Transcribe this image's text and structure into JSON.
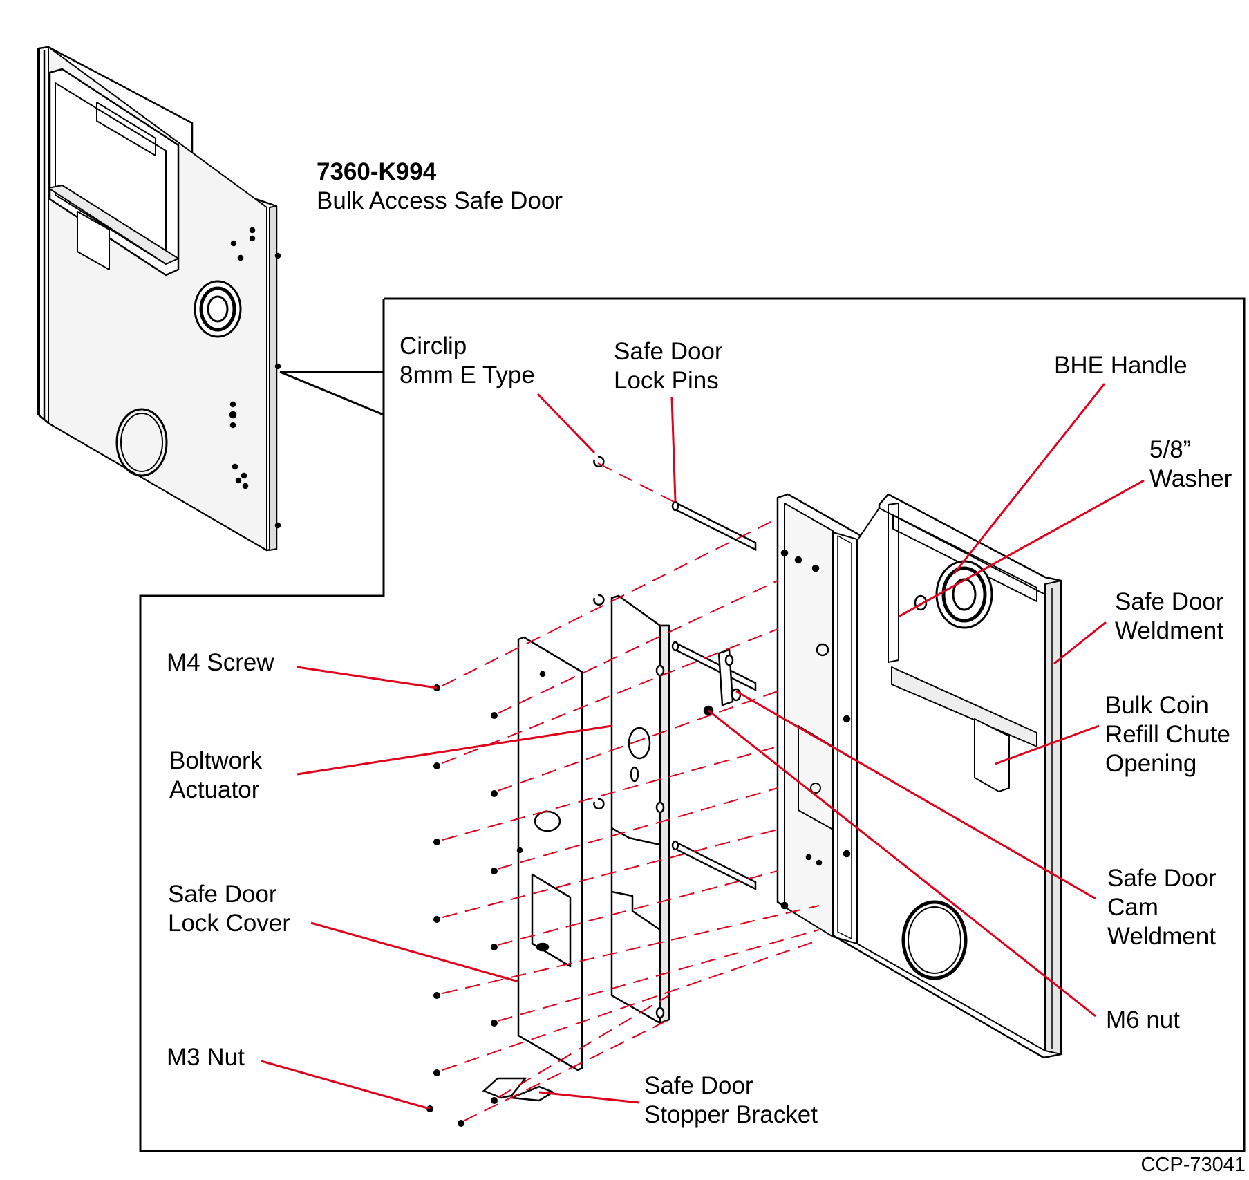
{
  "assembly": {
    "part_number": "7360-K994",
    "name": "Bulk Access Safe Door"
  },
  "callouts": {
    "circlip": [
      "Circlip",
      "8mm E Type"
    ],
    "lock_pins": [
      "Safe Door",
      "Lock Pins"
    ],
    "bhe_handle": [
      "BHE Handle"
    ],
    "washer": [
      "5/8”",
      "Washer"
    ],
    "weldment": [
      "Safe Door",
      "Weldment"
    ],
    "chute": [
      "Bulk Coin",
      "Refill Chute",
      "Opening"
    ],
    "cam": [
      "Safe Door",
      "Cam",
      "Weldment"
    ],
    "m6_nut": [
      "M6 nut"
    ],
    "m4_screw": [
      "M4 Screw"
    ],
    "actuator": [
      "Boltwork",
      "Actuator"
    ],
    "lock_cover": [
      "Safe Door",
      "Lock Cover"
    ],
    "m3_nut": [
      "M3 Nut"
    ],
    "stopper": [
      "Safe Door",
      "Stopper Bracket"
    ]
  },
  "figure_code": "CCP-73041",
  "colors": {
    "leader": "#e0001b",
    "line": "#000000",
    "background": "#ffffff"
  }
}
